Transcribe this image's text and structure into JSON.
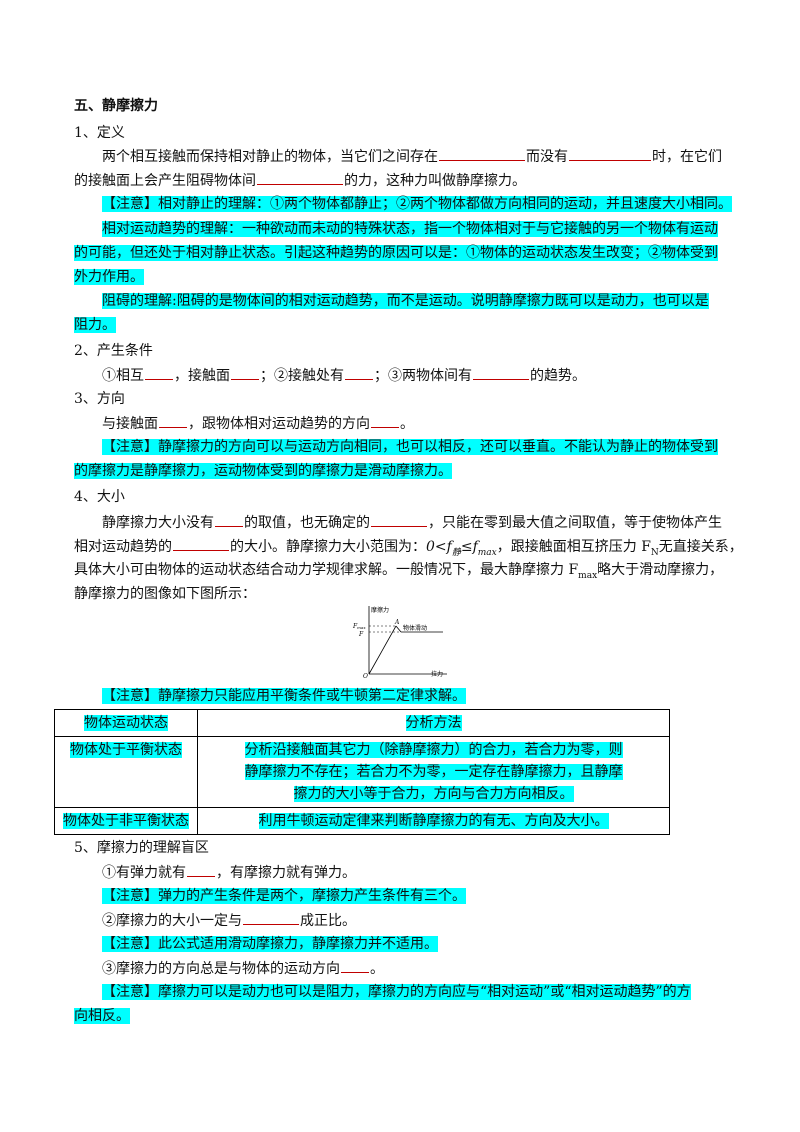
{
  "heading": "五、静摩擦力",
  "sec1": {
    "title": "1、定义",
    "p1a": "两个相互接触而保持相对静止的物体，当它们之间存在",
    "p1b": "而没有",
    "p1c": "时，在它们",
    "p1d": "的接触面上会产生阻碍物体间",
    "p1e": "的力，这种力叫做静摩擦力。",
    "note1": "【注意】相对静止的理解：①两个物体都静止；②两个物体都做方向相同的运动，并且速度大小相同。",
    "note2a": "相对运动趋势的理解：一种欲动而未动的特殊状态，指一个物体相对于与它接触的另一个物体有运动",
    "note2b": "的可能，但还处于相对静止状态。引起这种趋势的原因可以是：①物体的运动状态发生改变；②物体受到",
    "note2c": "外力作用。",
    "note3a": "阻碍的理解:阻碍的是物体间的相对运动趋势，而不是运动。说明静摩擦力既可以是动力，也可以是",
    "note3b": "阻力。"
  },
  "sec2": {
    "title": "2、产生条件",
    "a": "①相互",
    "b": "，接触面",
    "c": "；②接触处有",
    "d": "；③两物体间有",
    "e": "的趋势。"
  },
  "sec3": {
    "title": "3、方向",
    "a": "与接触面",
    "b": "，跟物体相对运动趋势的方向",
    "c": "。",
    "note1": "【注意】静摩擦力的方向可以与运动方向相同，也可以相反，还可以垂直。不能认为静止的物体受到",
    "note2": "的摩擦力是静摩擦力，运动物体受到的摩擦力是滑动摩擦力。"
  },
  "sec4": {
    "title": "4、大小",
    "p1a": "静摩擦力大小没有",
    "p1b": "的取值，也无确定的",
    "p1c": "，只能在零到最大值之间取值，等于使物体产生",
    "p2a": "相对运动趋势的",
    "p2b": "的大小。静摩擦力大小范围为：",
    "formula_a": "0<f",
    "formula_sub1": "静",
    "formula_b": "≤f",
    "formula_sub2": "max",
    "p2c": "，跟接触面相互挤压力 F",
    "p2c_sub": "N",
    "p2d": "无直接关系，",
    "p3a": "具体大小可由物体的运动状态结合动力学规律求解。一般情况下，最大静摩擦力 F",
    "p3_sub": "max",
    "p3b": "略大于滑动摩擦力，",
    "p4": "静摩擦力的图像如下图所示：",
    "graph": {
      "y_label": "摩擦力",
      "x_label": "拉力",
      "fmax_label": "F",
      "fmax_sub": "max",
      "f_label": "F",
      "point_label": "A",
      "origin_label": "O",
      "annotation": "物体滑动"
    },
    "note": "【注意】静摩擦力只能应用平衡条件或牛顿第二定律求解。"
  },
  "table": {
    "header": [
      "物体运动状态",
      "分析方法"
    ],
    "row1_state": "物体处于平衡状态",
    "row1_method": [
      "分析沿接触面其它力（除静摩擦力）的合力，若合力为零，则",
      "静摩擦力不存在；若合力不为零，一定存在静摩擦力，且静摩",
      "擦力的大小等于合力，方向与合力方向相反。"
    ],
    "row2_state": "物体处于非平衡状态",
    "row2_method": "利用牛顿运动定律来判断静摩擦力的有无、方向及大小。"
  },
  "sec5": {
    "title": "5、摩擦力的理解盲区",
    "i1a": "①有弹力就有",
    "i1b": "，有摩擦力就有弹力。",
    "n1": "【注意】弹力的产生条件是两个，摩擦力产生条件有三个。",
    "i2a": "②摩擦力的大小一定与",
    "i2b": "成正比。",
    "n2": "【注意】此公式适用滑动摩擦力，静摩擦力并不适用。",
    "i3a": "③摩擦力的方向总是与物体的运动方向",
    "i3b": "。",
    "n3a": "【注意】摩擦力可以是动力也可以是阻力，摩擦力的方向应与“相对运动”或“相对运动趋势”的方",
    "n3b": "向相反。"
  }
}
